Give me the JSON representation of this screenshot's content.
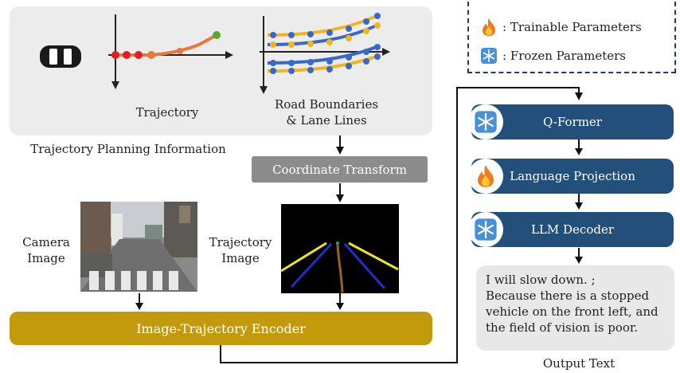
{
  "planning": {
    "panel_label": "Trajectory Planning Information",
    "trajectory_label": "Trajectory",
    "road_label_1": "Road Boundaries",
    "road_label_2": "& Lane Lines"
  },
  "blocks": {
    "coord_transform": "Coordinate Transform",
    "encoder": "Image-Trajectory Encoder",
    "qformer": "Q-Former",
    "projection": "Language Projection",
    "decoder": "LLM Decoder"
  },
  "inputs": {
    "camera_1": "Camera",
    "camera_2": "Image",
    "traj_1": "Trajectory",
    "traj_2": "Image"
  },
  "legend": {
    "trainable": ": Trainable Parameters",
    "frozen": ": Frozen Parameters"
  },
  "output": {
    "lines": [
      "I will slow down. ;",
      "Because there is a stopped",
      "vehicle on the front left, and",
      "the field of vision is poor."
    ],
    "label": "Output Text"
  },
  "colors": {
    "gold": "#c39a0c",
    "blue_block": "#22507a",
    "gray_block": "#8c8c8c",
    "trajectory_red": "#e02020",
    "trajectory_orange": "#e8773a",
    "trajectory_green": "#5aa832",
    "lane_yellow": "#f2b51c",
    "lane_blue": "#3a68c8"
  },
  "icons": {
    "trainable": "fire-icon",
    "frozen": "snowflake-icon",
    "vehicle": "car-icon"
  }
}
